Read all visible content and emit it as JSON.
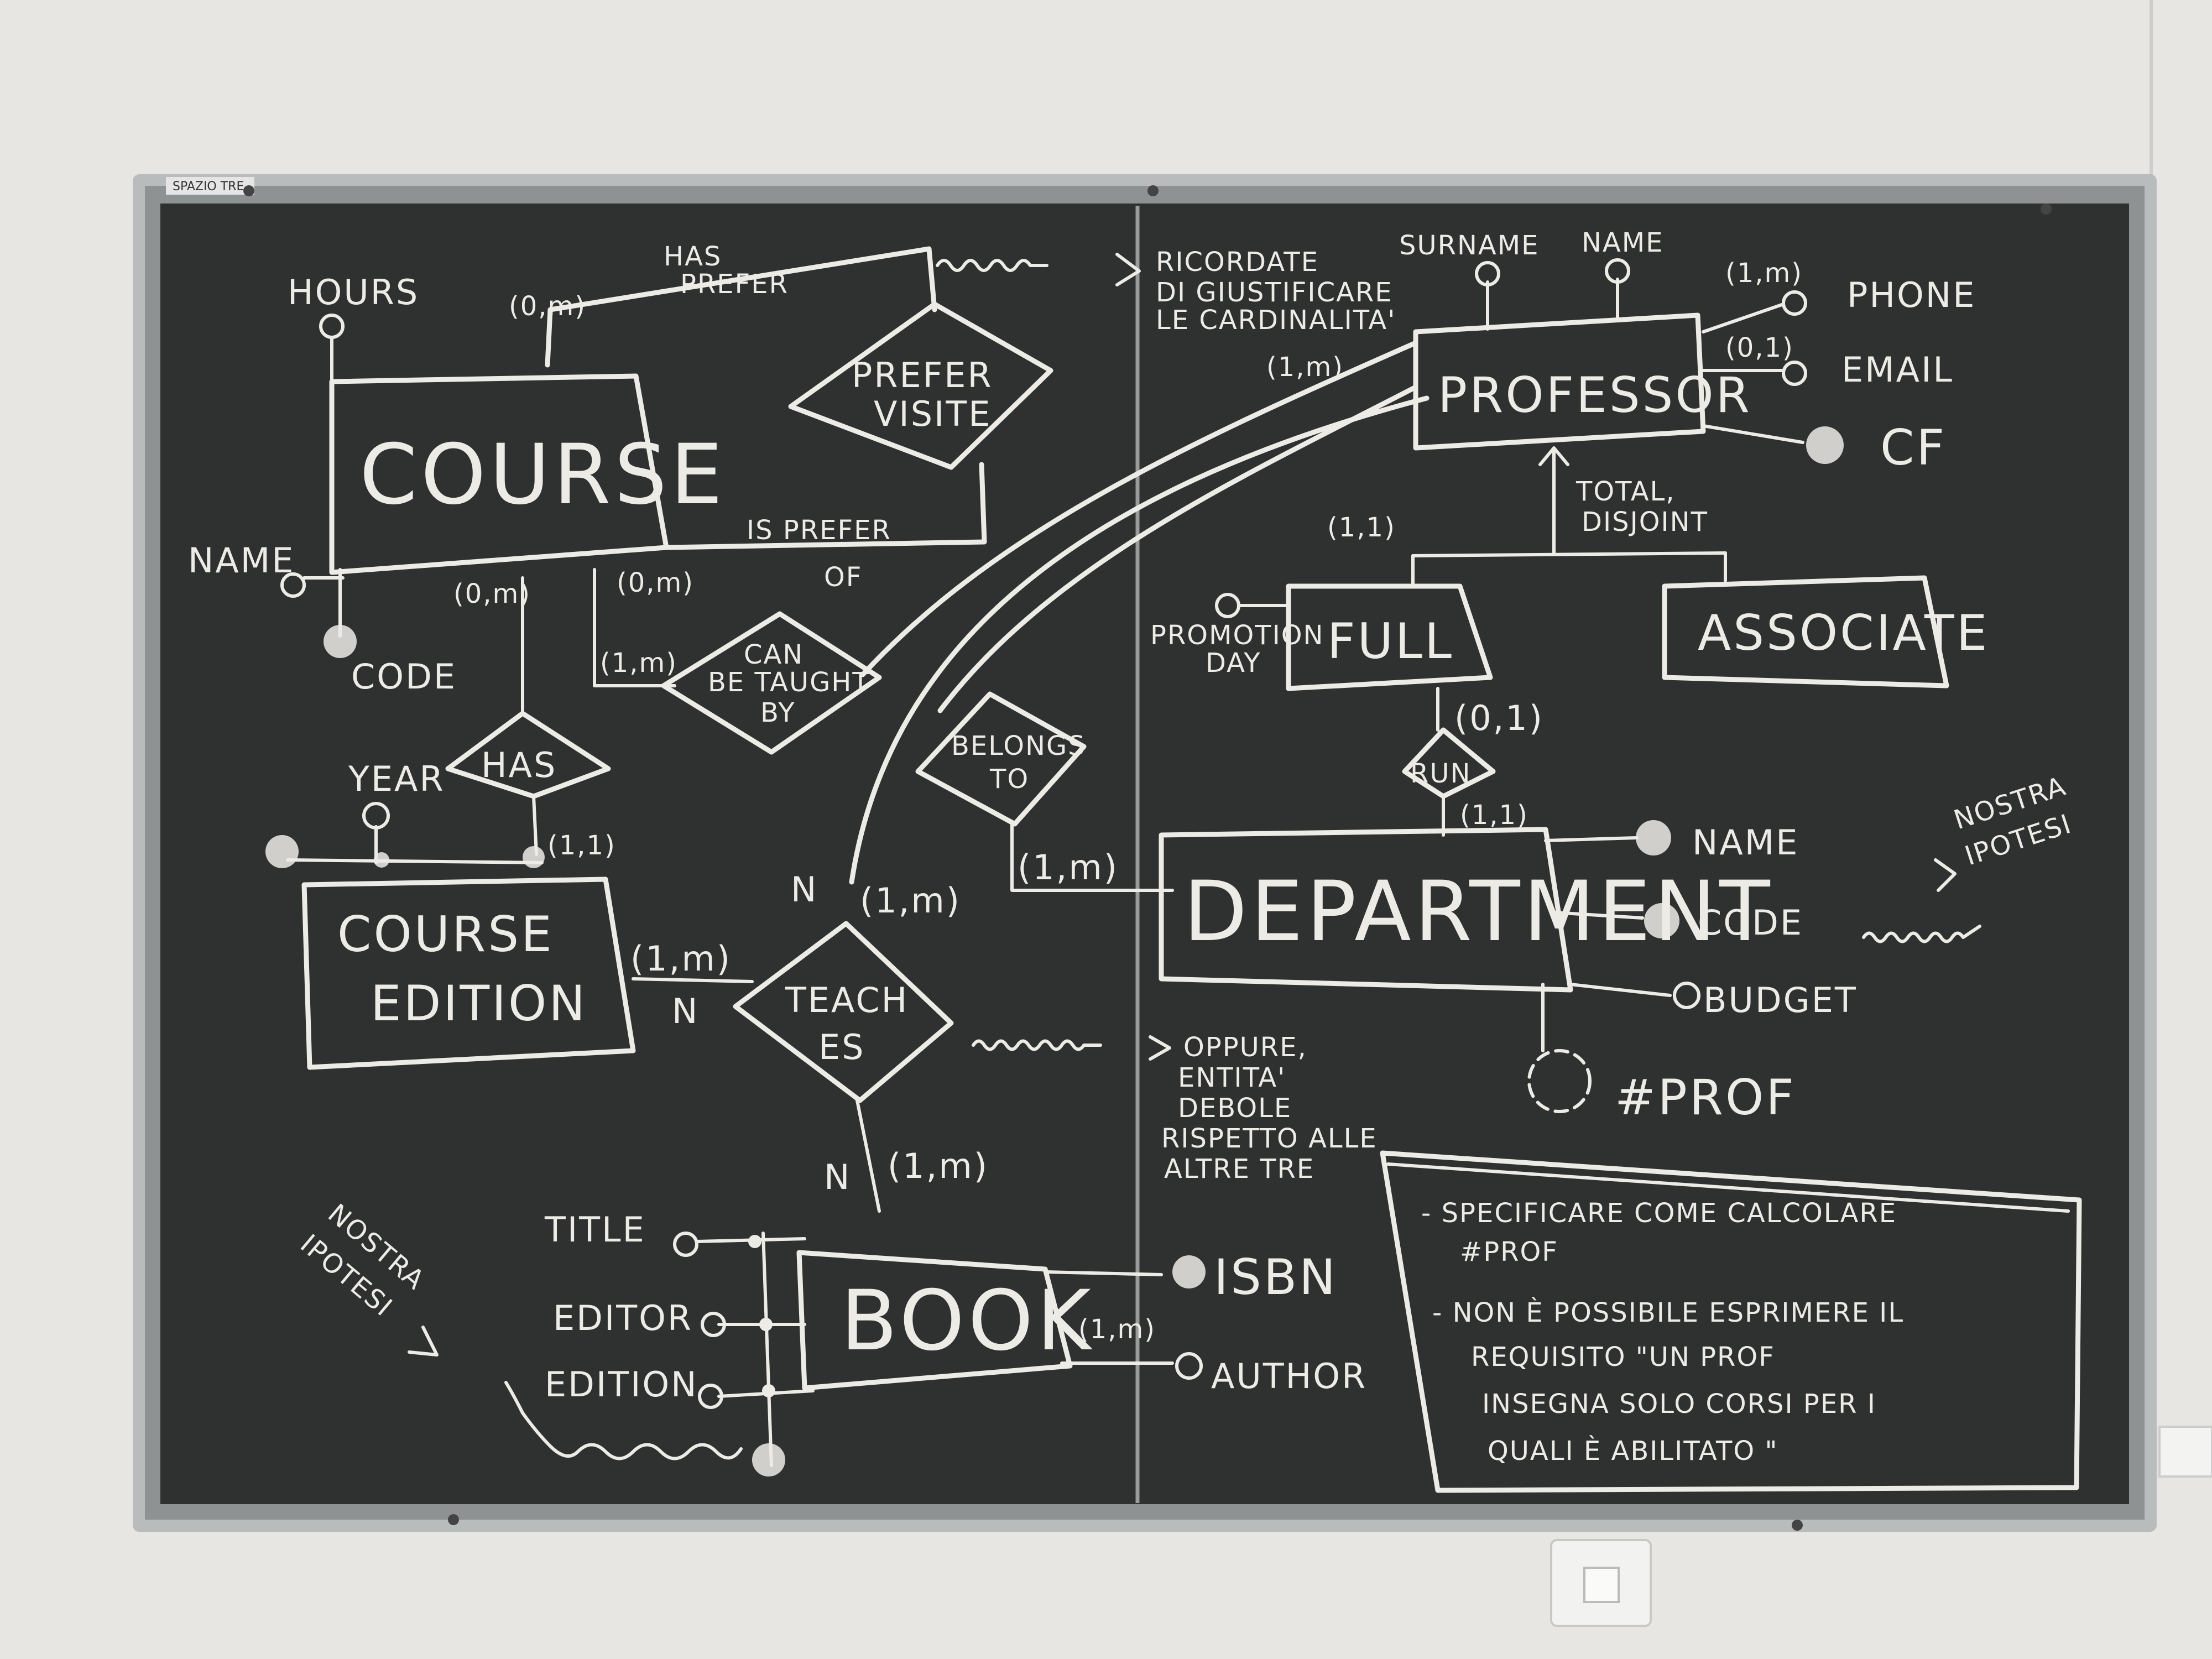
{
  "board": {
    "brand_label": "SPAZIO TRE",
    "colors": {
      "wall": "#e8e6e3",
      "board": "#2f3030",
      "frame": "#b9bcbc",
      "chalk": "#ecebe6"
    }
  },
  "entities": {
    "course": "COURSE",
    "professor": "PROFESSOR",
    "full": "FULL",
    "associate": "ASSOCIATE",
    "department": "DEPARTMENT",
    "course_edition_line1": "COURSE",
    "course_edition_line2": "EDITION",
    "book": "BOOK"
  },
  "relationships": {
    "prefer_visite_line1": "PREFER",
    "prefer_visite_line2": "VISITE",
    "has": "HAS",
    "can_be_taught_by_line1": "CAN",
    "can_be_taught_by_line2": "BE TAUGHT",
    "can_be_taught_by_line3": "BY",
    "belongs_to_line1": "BELONGS",
    "belongs_to_line2": "TO",
    "teaches_line1": "TEACH",
    "teaches_line2": "ES",
    "run": "RUN"
  },
  "attributes": {
    "hours": "HOURS",
    "name_course": "NAME",
    "code_course": "CODE",
    "year": "YEAR",
    "surname": "SURNAME",
    "name_prof": "NAME",
    "phone": "PHONE",
    "email": "EMAIL",
    "cf": "CF",
    "promotion_day_line1": "PROMOTION",
    "promotion_day_line2": "DAY",
    "dept_name": "NAME",
    "dept_code": "CODE",
    "budget": "BUDGET",
    "nprof": "#PROF",
    "title": "TITLE",
    "editor": "EDITOR",
    "edition": "EDITION",
    "isbn": "ISBN",
    "author": "AUTHOR"
  },
  "cardinalities": {
    "course_has_prefer": "(0,m)",
    "has_prefer_label": "HAS",
    "has_prefer_label2": "PREFER",
    "is_prefer_of_line1": "IS PREFER",
    "is_prefer_of_line2": "OF",
    "course_has": "(0,m)",
    "course_can": "(0,m)",
    "can_course": "(1,m)",
    "prof_can": "(1,m)",
    "edition_has": "(1,1)",
    "prof_phone": "(1,m)",
    "prof_email": "(0,1)",
    "full_isa": "(1,1)",
    "total_disjoint_line1": "TOTAL,",
    "total_disjoint_line2": "DISJOINT",
    "full_run": "(0,1)",
    "run_dept": "(1,1)",
    "belongs_dept": "(1,m)",
    "teaches_prof": "(1,m)",
    "teaches_prof_n": "N",
    "edition_teaches": "(1,m)",
    "edition_teaches_n": "N",
    "teaches_book": "(1,m)",
    "teaches_book_n": "N",
    "book_author": "(1,m)"
  },
  "notes": {
    "remember_line1": "RICORDATE",
    "remember_line2": "DI GIUSTIFICARE",
    "remember_line3": "LE CARDINALITA'",
    "nostra_ipotesi_right_line1": "NOSTRA",
    "nostra_ipotesi_right_line2": "IPOTESI",
    "nostra_ipotesi_left_line1": "NOSTRA",
    "nostra_ipotesi_left_line2": "IPOTESI",
    "oppure_line1": "OPPURE,",
    "oppure_line2": "ENTITA'",
    "oppure_line3": "DEBOLE",
    "oppure_line4": "RISPETTO ALLE",
    "oppure_line5": "ALTRE TRE",
    "box_line1": "- SPECIFICARE COME CALCOLARE",
    "box_line2": "#PROF",
    "box_line3": "- NON È POSSIBILE ESPRIMERE IL",
    "box_line4": "REQUISITO \"UN PROF",
    "box_line5": "INSEGNA SOLO CORSI PER I",
    "box_line6": "QUALI È ABILITATO \""
  }
}
